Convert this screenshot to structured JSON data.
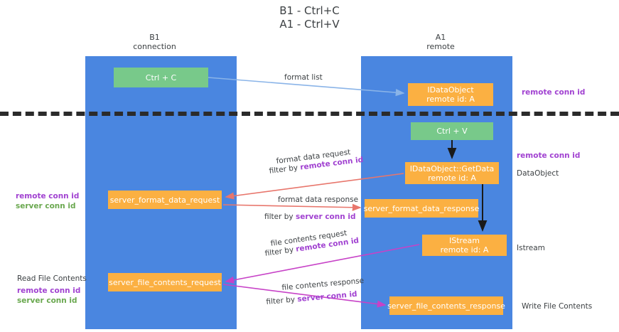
{
  "diagram": {
    "title": "B1 - Ctrl+C\nA1 - Ctrl+V",
    "lanes": [
      {
        "id": "b1",
        "header": "B1\nconnection"
      },
      {
        "id": "a1",
        "header": "A1\nremote"
      }
    ],
    "nodes": {
      "ctrl_c": "Ctrl + C",
      "idataobject": "IDataObject\nremote id: A",
      "ctrl_v": "Ctrl + V",
      "getdata": "IDataObject::GetData\nremote id: A",
      "server_format_data_request": "server_format_data_request",
      "server_format_data_response": "server_format_data_response",
      "istream": "IStream\nremote id: A",
      "server_file_contents_request": "server_file_contents_request",
      "server_file_contents_response": "server_file_contents_response"
    },
    "edge_labels": {
      "format_list": "format list",
      "format_data_request": "format data request",
      "format_data_request_filter_prefix": "filter by ",
      "format_data_request_filter_key": "remote conn id",
      "format_data_response": "format data response",
      "format_data_response_filter_prefix": "filter by ",
      "format_data_response_filter_key": "server conn id",
      "file_contents_request": "file contents request",
      "file_contents_request_filter_prefix": "filter by ",
      "file_contents_request_filter_key": "remote conn id",
      "file_contents_response": "file contents response",
      "file_contents_response_filter_prefix": "filter by ",
      "file_contents_response_filter_key": "server conn id"
    },
    "side_labels": {
      "remote_conn_id_top": "remote conn id",
      "remote_conn_id_mid": "remote conn id",
      "dataobject": "DataObject",
      "istream": "Istream",
      "write_file_contents": "Write File Contents"
    },
    "left_labels": {
      "remote_conn_id_1": "remote conn id",
      "server_conn_id_1": "server conn id",
      "read_file_contents": "Read File Contents",
      "remote_conn_id_2": "remote conn id",
      "server_conn_id_2": "server conn id"
    },
    "colors": {
      "lane": "#4a86e0",
      "green_node": "#78c98a",
      "orange_node": "#fbb042",
      "divider": "#2b2b2b",
      "purple_key": "#a142d1",
      "green_key": "#6aa84f",
      "arrow_blue": "#8ab4e8",
      "arrow_red": "#e8766c",
      "arrow_magenta": "#c742c7",
      "arrow_black": "#1a1a1a"
    }
  }
}
